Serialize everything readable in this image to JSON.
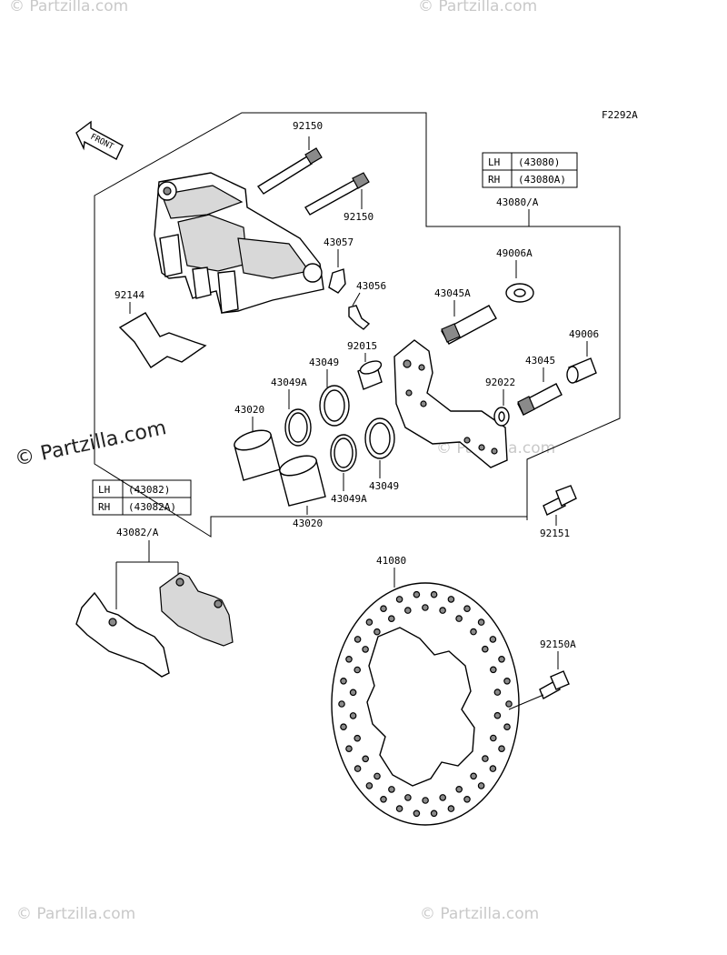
{
  "diagram_code": "F2292A",
  "front_arrow_label": "FRONT",
  "watermark_main": "© Partzilla.com",
  "watermark_faint": "© Partzilla.com",
  "caliper_table": {
    "rows": [
      {
        "side": "LH",
        "part": "(43080)"
      },
      {
        "side": "RH",
        "part": "(43080A)"
      }
    ],
    "ref": "43080/A"
  },
  "pad_table": {
    "rows": [
      {
        "side": "LH",
        "part": "(43082)"
      },
      {
        "side": "RH",
        "part": "(43082A)"
      }
    ],
    "ref": "43082/A"
  },
  "labels": {
    "pin_top": "92150",
    "pin_mid": "92150",
    "bleeder_cap": "43057",
    "bleeder": "43056",
    "spring": "92144",
    "seal_outer_a": "43049",
    "seal_inner_a": "43049A",
    "piston_a": "43020",
    "bushing": "92015",
    "seal_outer_b": "43049",
    "seal_inner_b": "43049A",
    "piston_b": "43020",
    "dust_boot_a": "49006A",
    "slide_pin_a": "43045A",
    "dust_boot_b": "49006",
    "slide_pin_b": "43045",
    "washer": "92022",
    "bolt": "92151",
    "disc": "41080",
    "disc_bolt": "92150A"
  }
}
